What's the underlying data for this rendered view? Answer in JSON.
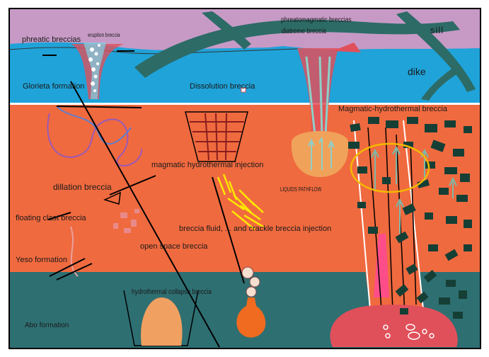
{
  "labels": {
    "phreatic_breccias": "phreatic breccias",
    "eruption_breccia": "eruption breccia",
    "phreatomagmatic_breccias": "phreatomagmatic breccias",
    "diatreme_breccia": "diatreme breccia",
    "sill": "sill",
    "dike": "dike",
    "glorieta_formation": "Glorieta formation",
    "dissolution_breccia": "Dissolution breccia",
    "magmatic_hydrothermal_breccia": "Magmatic-hydrothermal breccia",
    "magmatic_hydrothermal_injection": "magmatic hydrothermal injection",
    "liquids_pathflow": "LIQUIDS PATHFLOW",
    "dillation_breccia": "dillation breccia",
    "floating_clast_breccia": "floating clast breccia",
    "breccia_fluid_crackle": "breccia fluid, ... and crackle breccia injection",
    "open_space_breccia": "open space breccia",
    "yeso_formation": "Yeso formation",
    "hydrothermal_collapse_breccia": "hydrothermal collapse breccia",
    "abo_formation": "Abo formation"
  },
  "colors": {
    "sky": "#c79ac6",
    "upper_layer": "#1fa3d9",
    "middle_layer": "#f06a3f",
    "lower_layer": "#2e6f72",
    "intrusion": "#2d6b66",
    "magma": "#e0505a",
    "highlight": "#f5b800"
  }
}
